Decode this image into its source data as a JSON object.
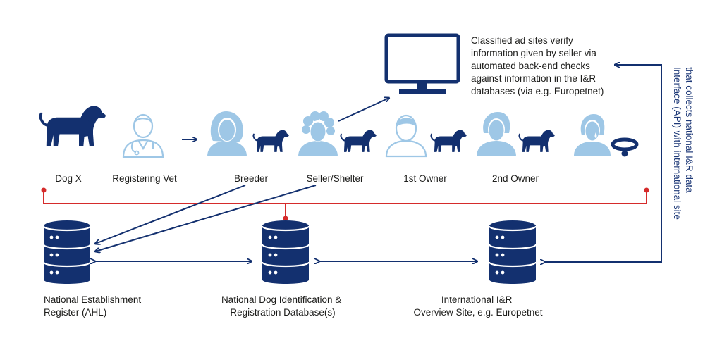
{
  "colors": {
    "navy": "#13306f",
    "light_blue": "#9ec7e6",
    "red": "#d52b2b",
    "text": "#1d1d1b"
  },
  "actors": [
    {
      "label": "Dog X",
      "icon": "dog-icon"
    },
    {
      "label": "Registering Vet",
      "icon": "vet-icon"
    },
    {
      "label": "Breeder",
      "icon": "person-female-icon"
    },
    {
      "label": "Seller/Shelter",
      "icon": "person-curly-hair-icon"
    },
    {
      "label": "1st Owner",
      "icon": "person-male-icon"
    },
    {
      "label": "2nd Owner",
      "icon": "person-female-short-hair-icon"
    }
  ],
  "classified_ad_note": [
    "Classified ad sites verify",
    "information given by seller via",
    "automated back-end checks",
    "against information in the I&R",
    "databases (via e.g. Europetnet)"
  ],
  "interface_note": [
    "Interface (API) with international site",
    "that collects national I&R data"
  ],
  "databases": [
    {
      "lines": [
        "National Establishment",
        "Register (AHL)"
      ]
    },
    {
      "lines": [
        "National Dog Identification &",
        "Registration Database(s)"
      ]
    },
    {
      "lines": [
        "International I&R",
        "Overview Site, e.g. Europetnet"
      ]
    }
  ]
}
